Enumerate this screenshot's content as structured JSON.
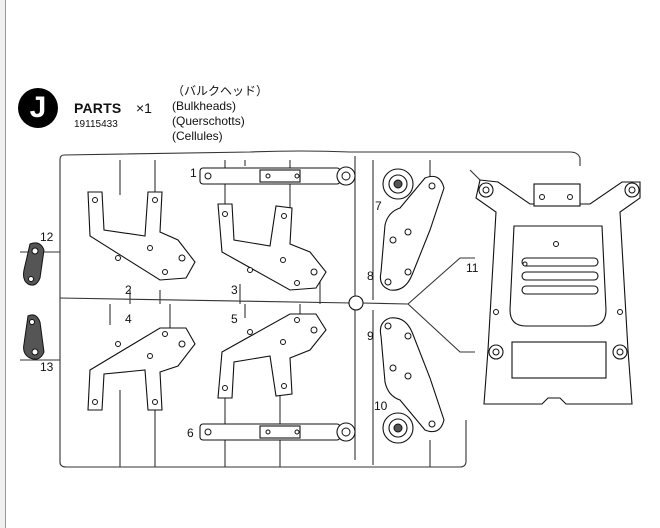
{
  "sheet": {
    "letter": "J",
    "parts_label": "PARTS",
    "parts_qty": "×1",
    "part_number": "19115433",
    "names": [
      "（バルクヘッド）",
      "(Bulkheads)",
      "(Querschotts)",
      "(Cellules)"
    ]
  },
  "part_labels": [
    "1",
    "2",
    "3",
    "4",
    "5",
    "6",
    "7",
    "8",
    "9",
    "10",
    "11",
    "12",
    "13"
  ]
}
